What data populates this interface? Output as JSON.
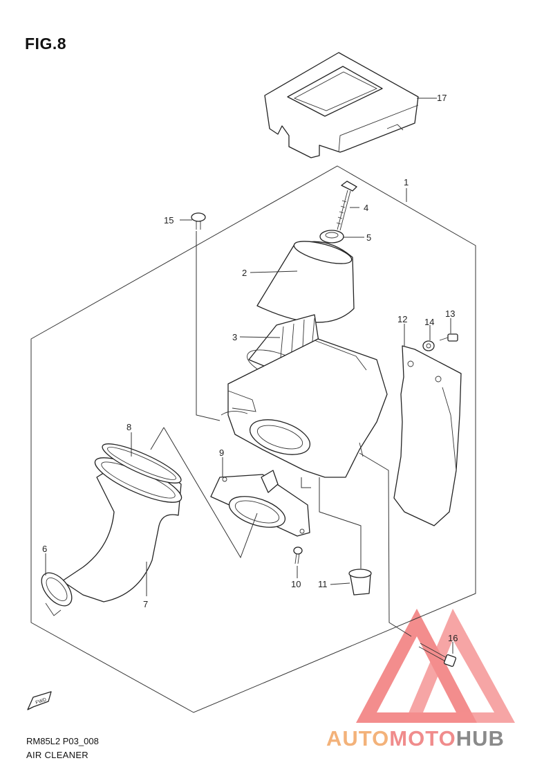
{
  "figure": {
    "title": "FIG.8",
    "code": "RM85L2 P03_008",
    "caption": "AIR CLEANER"
  },
  "fwd_label": "FWD",
  "parts": [
    {
      "id": "1",
      "label": "1"
    },
    {
      "id": "2",
      "label": "2"
    },
    {
      "id": "3",
      "label": "3"
    },
    {
      "id": "4",
      "label": "4"
    },
    {
      "id": "5",
      "label": "5"
    },
    {
      "id": "6",
      "label": "6"
    },
    {
      "id": "7",
      "label": "7"
    },
    {
      "id": "8",
      "label": "8"
    },
    {
      "id": "9",
      "label": "9"
    },
    {
      "id": "10",
      "label": "10"
    },
    {
      "id": "11",
      "label": "11"
    },
    {
      "id": "12",
      "label": "12"
    },
    {
      "id": "13",
      "label": "13"
    },
    {
      "id": "14",
      "label": "14"
    },
    {
      "id": "15",
      "label": "15"
    },
    {
      "id": "16",
      "label": "16"
    },
    {
      "id": "17",
      "label": "17"
    }
  ],
  "watermark": {
    "part1": "AUTO",
    "part2": "MOTO",
    "part3": "HUB",
    "colors": {
      "auto": "#f3b27a",
      "moto": "#f08c8c",
      "hub": "#8a8a8a",
      "triangle": "#f27a7a"
    }
  }
}
